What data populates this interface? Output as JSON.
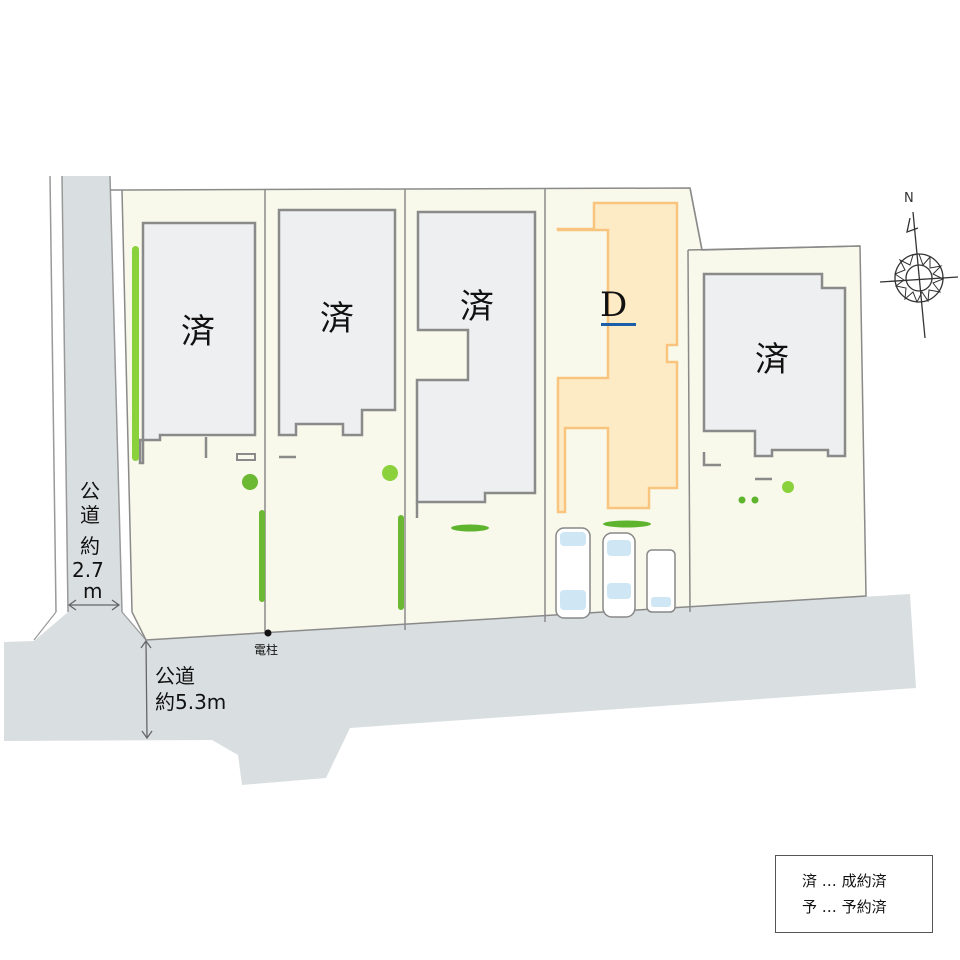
{
  "site_plan": {
    "lots": [
      {
        "id": "lot-1",
        "status_label": "済",
        "status": "sold"
      },
      {
        "id": "lot-2",
        "status_label": "済",
        "status": "sold"
      },
      {
        "id": "lot-3",
        "status_label": "済",
        "status": "sold"
      },
      {
        "id": "lot-D",
        "status_label": "D",
        "status": "available",
        "highlight_color": "#fdebc6",
        "outline_color": "#f9c57e",
        "underline_color": "#1a5fa8"
      },
      {
        "id": "lot-5",
        "status_label": "済",
        "status": "sold"
      }
    ],
    "side_road": {
      "line1": "公",
      "line2": "道",
      "line3": "約",
      "line4": "2.7",
      "line5": "m"
    },
    "main_road": {
      "line1": "公道",
      "line2": "約5.3m"
    },
    "utility_pole_label": "電柱",
    "compass": {
      "north_label": "N"
    },
    "colors": {
      "road": "#d9dfe1",
      "lot": "#f8f9ea",
      "building": "#eeeff0",
      "outline": "#8a8a8a",
      "greenery": "#7cc63a"
    }
  },
  "legend": {
    "rows": [
      {
        "symbol": "済",
        "separator": "…",
        "meaning": "成約済"
      },
      {
        "symbol": "予",
        "separator": "…",
        "meaning": "予約済"
      }
    ]
  }
}
